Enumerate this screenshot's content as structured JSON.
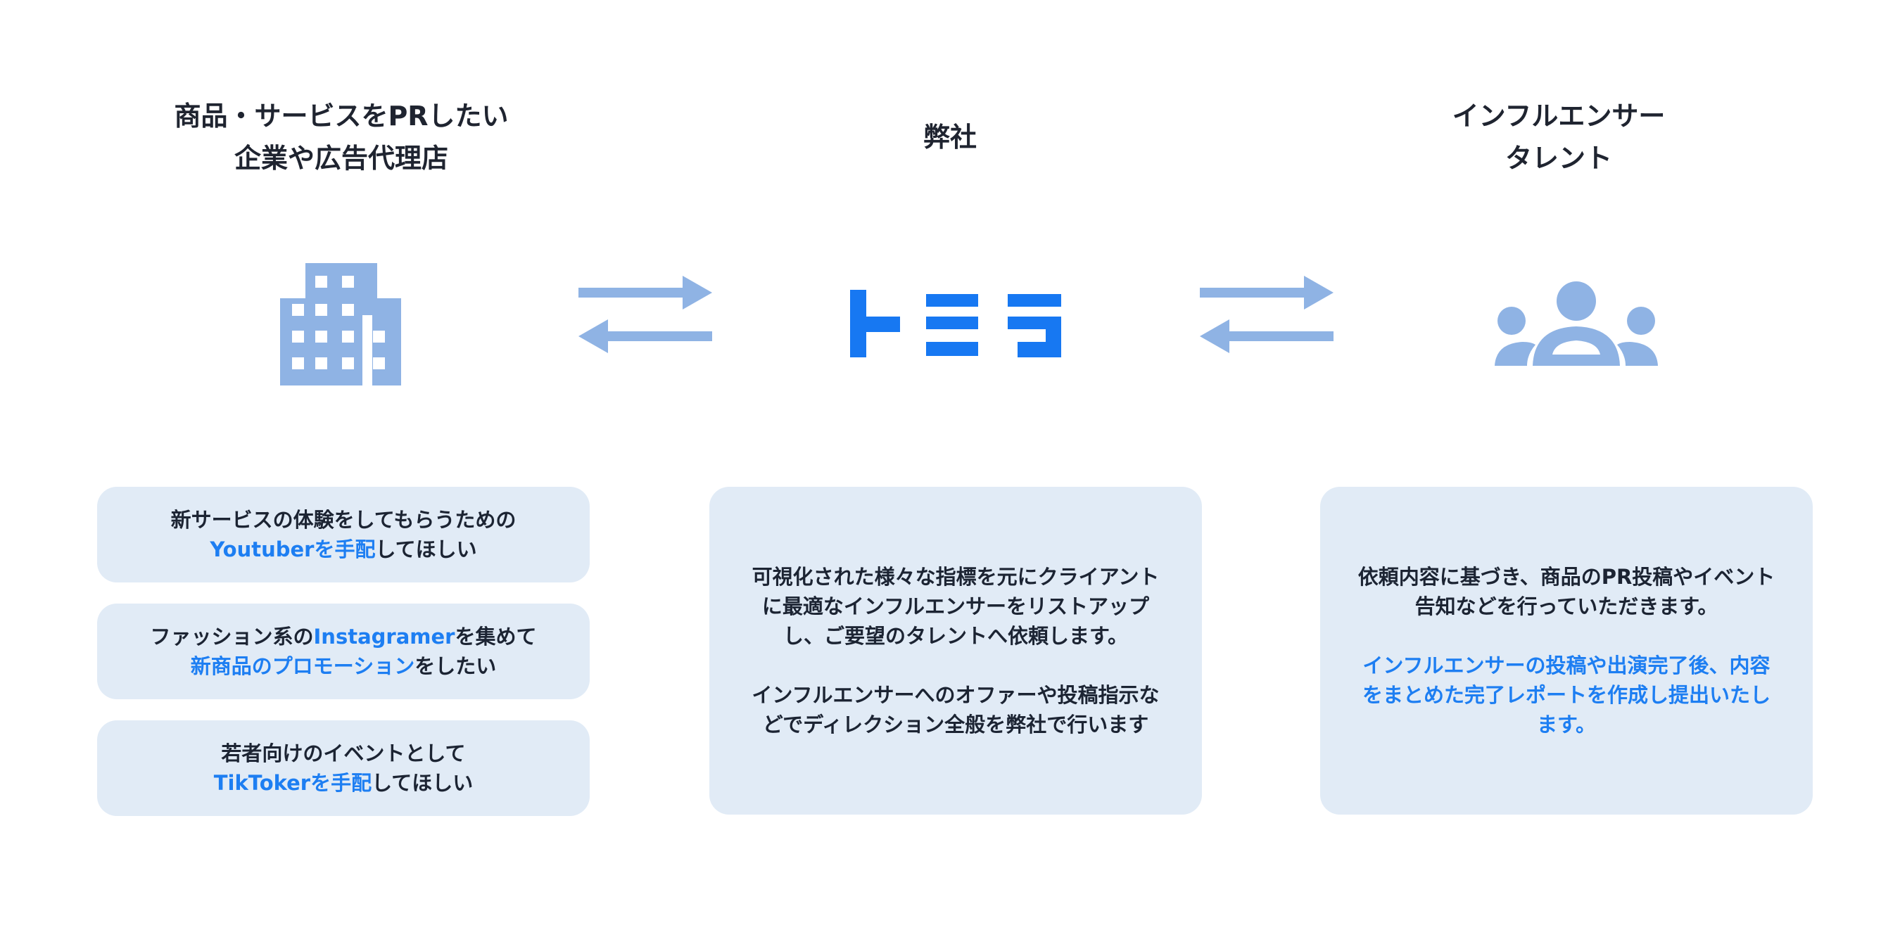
{
  "columns": {
    "client": {
      "title_line1": "商品・サービスをPRしたい",
      "title_line2": "企業や広告代理店",
      "icon": "building-icon"
    },
    "company": {
      "title": "弊社",
      "logo_text": "トミラ",
      "icon": "tomira-logo"
    },
    "influencer": {
      "title_line1": "インフルエンサー",
      "title_line2": "タレント",
      "icon": "people-group-icon"
    }
  },
  "client_requests": [
    {
      "line1": "新サービスの体験をしてもらうための",
      "line2_highlight": "Youtuberを手配",
      "line2_rest": "してほしい"
    },
    {
      "line1_text": "ファッション系の",
      "line1_highlight": "Instagramer",
      "line1_rest": "を集めて",
      "line2_highlight": "新商品のプロモーション",
      "line2_rest": "をしたい"
    },
    {
      "line1": "若者向けのイベントとして",
      "line2_highlight": "TikTokerを手配",
      "line2_rest": "してほしい"
    }
  ],
  "company_card": {
    "para1_line1": "可視化された様々な指標を元にクライアント",
    "para1_line2": "に最適なインフルエンサーをリストアップ",
    "para1_line3": "し、ご要望のタレントへ依頼します。",
    "para2_line1": "インフルエンサーへのオファーや投稿指示な",
    "para2_line2": "どでディレクション全般を弊社で行います"
  },
  "influencer_card": {
    "para1_line1": "依頼内容に基づき、商品のPR投稿やイベント",
    "para1_line2": "告知などを行っていただきます。",
    "para2_line1": "インフルエンサーの投稿や出演完了後、内容",
    "para2_line2": "をまとめた完了レポートを作成し提出いたし",
    "para2_line3": "ます。"
  },
  "colors": {
    "icon_blue": "#8fb3e4",
    "logo_blue": "#1778f2",
    "highlight_blue": "#1d7ef2",
    "card_bg": "#e1ebf6",
    "text_dark": "#1c2433"
  }
}
